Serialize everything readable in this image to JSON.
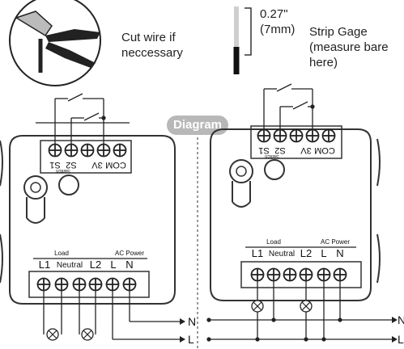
{
  "captions": {
    "cut_wire": "Cut wire if\nneccessary",
    "strip_length": "0.27\"\n(7mm)",
    "strip_gage": "Strip Gage\n(measure bare\nhere)"
  },
  "badge": "Diagram",
  "switch_label": "Switch",
  "terminals_top": [
    "S1",
    "S2",
    "3V",
    "COM"
  ],
  "load_header": "Load",
  "ac_header": "AC Power",
  "terminals_bottom": [
    "L1",
    "Neutral",
    "L2",
    "L",
    "N"
  ],
  "line_labels": [
    "N",
    "L"
  ],
  "colors": {
    "line": "#222222",
    "badge": "#b8b8b8",
    "outline": "#333333"
  }
}
